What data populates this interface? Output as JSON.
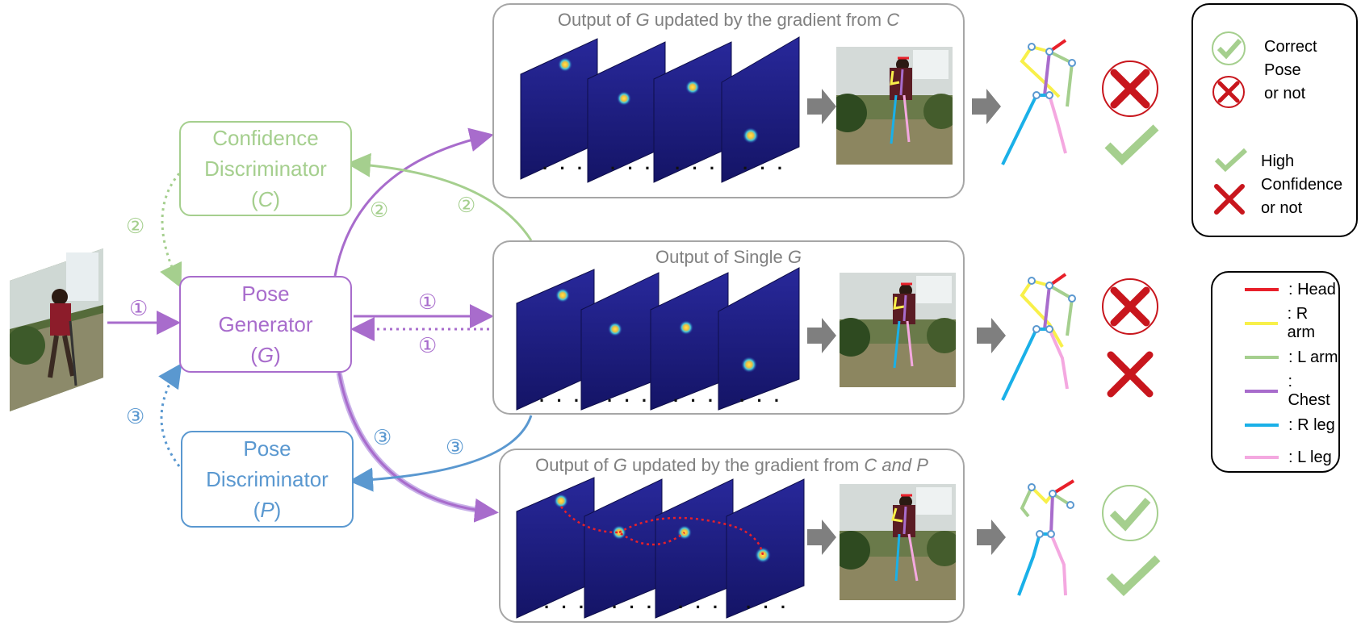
{
  "blocks": {
    "confidence": {
      "line1": "Confidence",
      "line2": "Discriminator",
      "line3_pre": "(",
      "line3_var": "C",
      "line3_post": ")"
    },
    "generator": {
      "line1": "Pose",
      "line2": "Generator",
      "line3_pre": "(",
      "line3_var": "G",
      "line3_post": ")"
    },
    "pose_disc": {
      "line1": "Pose",
      "line2": "Discriminator",
      "line3_pre": "(",
      "line3_var": "P",
      "line3_post": ")"
    }
  },
  "panels": {
    "top": {
      "t1": "Output of ",
      "v1": "G",
      "t2": " updated by the gradient from ",
      "v2": "C"
    },
    "middle": {
      "t1": "Output of Single ",
      "v1": "G"
    },
    "bottom": {
      "t1": "Output of ",
      "v1": "G",
      "t2": " updated by the gradient from ",
      "v2": "C and P"
    }
  },
  "step_labels": {
    "one": "①",
    "two": "②",
    "three": "③"
  },
  "ellipsis": "· · ·",
  "legend_marks": {
    "line1": "Correct",
    "line2": "Pose",
    "line3": "or not",
    "line4": "High",
    "line5": "Confidence",
    "line6": "or not"
  },
  "legend_colors": [
    {
      "label": ":  Head",
      "color": "#e8202a"
    },
    {
      "label": ":  R arm",
      "color": "#f8f04a"
    },
    {
      "label": ":  L arm",
      "color": "#a5cf8e"
    },
    {
      "label": ":  Chest",
      "color": "#a86ccc"
    },
    {
      "label": ":  R leg",
      "color": "#1ab0e8"
    },
    {
      "label": ":  L leg",
      "color": "#f4a8e0"
    }
  ],
  "colors": {
    "green": "#a5cf8e",
    "purple": "#a86ccc",
    "blue": "#5a98d0",
    "red": "#c8161d",
    "gray": "#7f7f7f"
  }
}
